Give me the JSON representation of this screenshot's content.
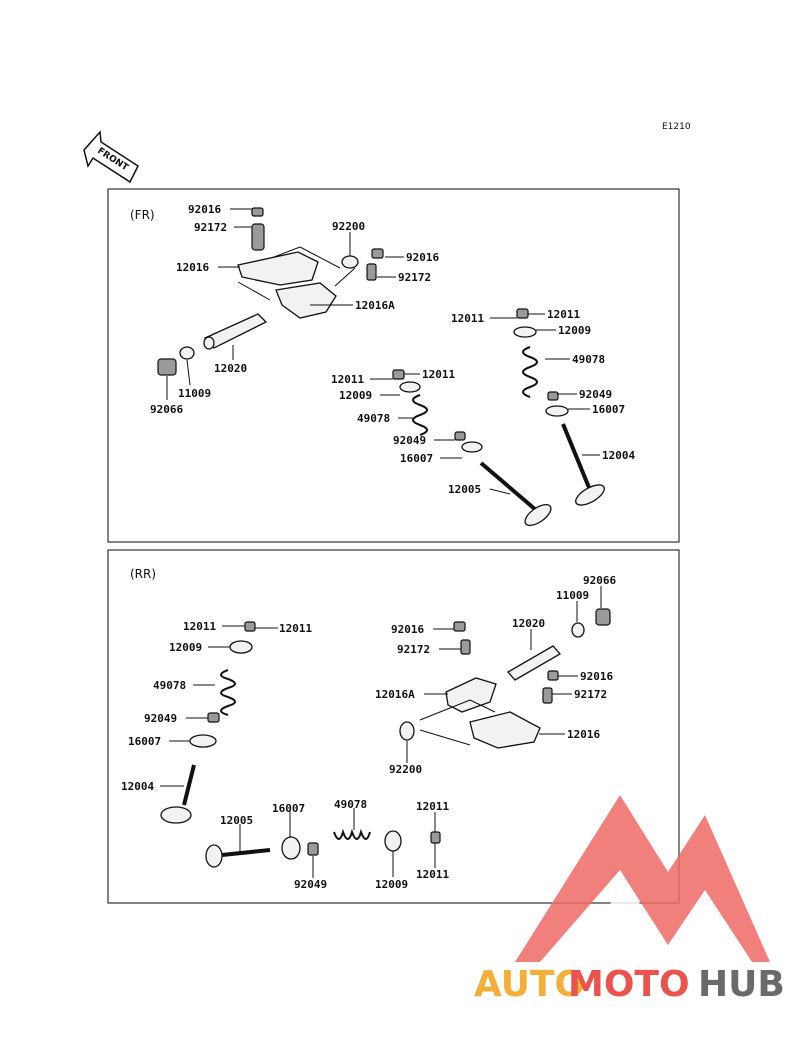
{
  "diagram_code": "E1210",
  "front_label": "FRONT",
  "sections": {
    "fr": {
      "title": "(FR)",
      "labels": {
        "p92016_a": "92016",
        "p92172_a": "92172",
        "p92200": "92200",
        "p92016_b": "92016",
        "p12016": "12016",
        "p92172_b": "92172",
        "p12016a": "12016A",
        "p12020": "12020",
        "p11009": "11009",
        "p92066": "92066",
        "p12011_l1": "12011",
        "p12011_r1": "12011",
        "p12009_1": "12009",
        "p49078_1": "49078",
        "p92049_1": "92049",
        "p16007_1": "16007",
        "p12004": "12004",
        "p12011_l2": "12011",
        "p12011_r2": "12011",
        "p12009_2": "12009",
        "p49078_2": "49078",
        "p92049_2": "92049",
        "p16007_2": "16007",
        "p12005": "12005"
      }
    },
    "rr": {
      "title": "(RR)",
      "labels": {
        "p92066": "92066",
        "p11009": "11009",
        "p12020": "12020",
        "p92016_a": "92016",
        "p92172_a": "92172",
        "p92016_b": "92016",
        "p92172_b": "92172",
        "p12016a": "12016A",
        "p12016": "12016",
        "p92200": "92200",
        "p12011_l": "12011",
        "p12011_r": "12011",
        "p12009": "12009",
        "p49078": "49078",
        "p92049": "92049",
        "p16007": "16007",
        "p12004": "12004",
        "p12005": "12005",
        "p16007_b": "16007",
        "p49078_b": "49078",
        "p12011_b1": "12011",
        "p92049_b": "92049",
        "p12009_b": "12009",
        "p12011_b2": "12011"
      }
    }
  },
  "watermark": {
    "part1": "AUTO",
    "part2": "MOTO",
    "part3": "HUB",
    "colors": {
      "orange": "#f5a623",
      "red": "#e8423a",
      "gray": "#5a5a5a",
      "triangle": "#ef6b66"
    }
  }
}
